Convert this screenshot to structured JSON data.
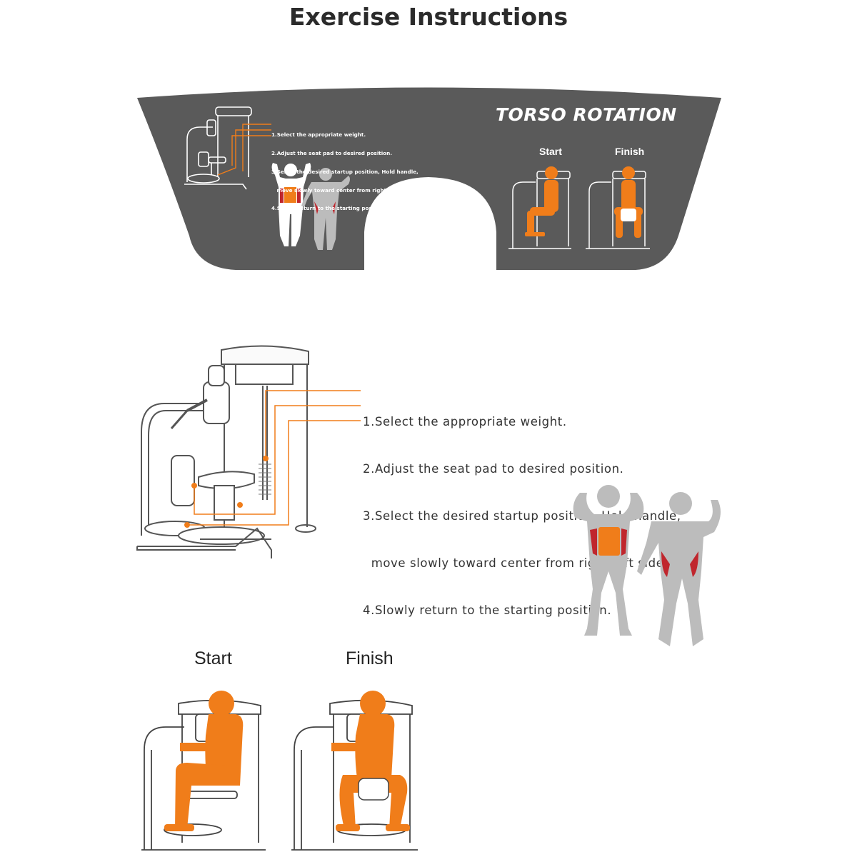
{
  "page": {
    "title": "Exercise Instructions"
  },
  "placard": {
    "machine_title": "TORSO ROTATION",
    "start_label": "Start",
    "finish_label": "Finish",
    "steps": [
      "1.Select the appropriate weight.",
      "2.Adjust the seat pad to desired position.",
      "3.Select the desired startup position, Hold handle,",
      "   move slowly toward center from right/left side.",
      "4.Slowly return to the starting position."
    ]
  },
  "detail": {
    "steps": [
      "1.Select the appropriate weight.",
      "2.Adjust the seat pad to desired position.",
      "3.Select the desired startup position, Hold handle,",
      "  move slowly toward center from right/left side.",
      "4.Slowly return to the starting position."
    ],
    "start_label": "Start",
    "finish_label": "Finish"
  },
  "colors": {
    "placard_bg": "#5a5a5a",
    "accent_orange": "#f07d1a",
    "muscle_red": "#c0262d",
    "figure_grey": "#bcbcbc",
    "line_dark": "#333333"
  },
  "icons": [
    "torso-rotation-machine-icon",
    "muscle-anatomy-icon",
    "seated-user-start-icon",
    "seated-user-finish-icon"
  ]
}
